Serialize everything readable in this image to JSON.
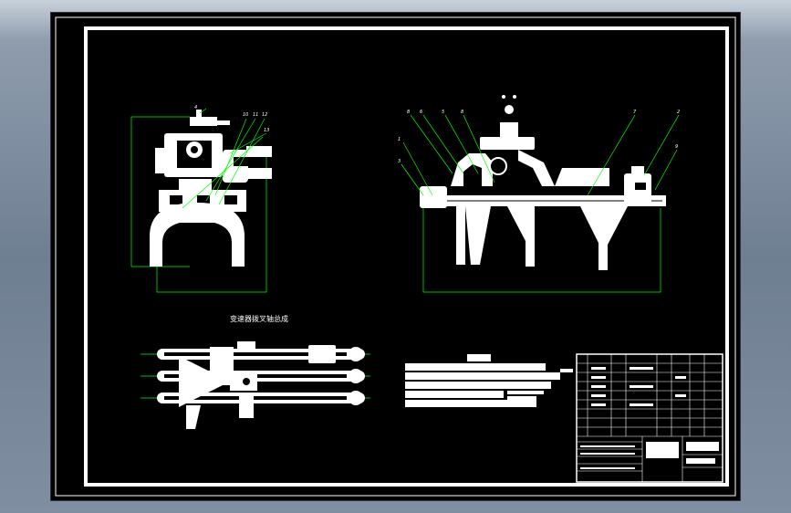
{
  "drawing": {
    "assembly_title": "变速器拨叉轴总成",
    "side_view_labels": [
      "4",
      "10",
      "11",
      "12",
      "13"
    ],
    "front_view_labels": [
      "8",
      "6",
      "5",
      "8",
      "7",
      "2",
      "1",
      "3",
      "9"
    ],
    "colors": {
      "background": "#000000",
      "frame": "#ffffff",
      "part": "#ffffff",
      "leader": "#00ff00",
      "dimension": "#00ff00",
      "text_green": "#00ff00",
      "hatch": "#ffffff"
    }
  }
}
